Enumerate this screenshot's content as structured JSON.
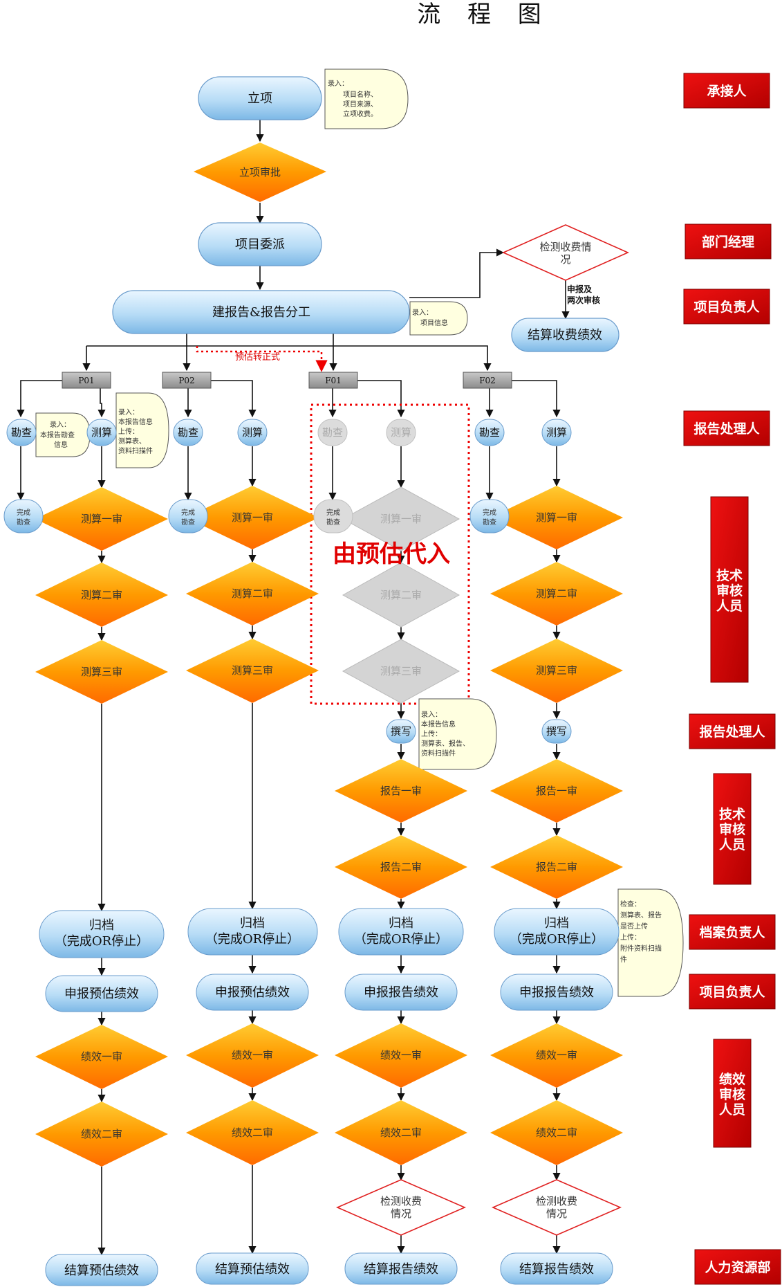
{
  "title": "流 程 图",
  "roles": [
    "承接人",
    "部门经理",
    "项目负责人",
    "报告处理人",
    "技术审核人员",
    "报告处理人",
    "技术审核人员",
    "档案负责人",
    "项目负责人",
    "绩效审核人员",
    "人力资源部"
  ],
  "roles_multiline": {
    "tech1": [
      "技术",
      "审核",
      "人员"
    ],
    "tech2": [
      "技术",
      "审核",
      "人员"
    ],
    "perf": [
      "绩效",
      "审核",
      "人员"
    ]
  },
  "top": {
    "start": "立项",
    "approve": "立项审批",
    "assign": "项目委派",
    "build": "建报告&报告分工",
    "check_fee": [
      "检测收费情",
      "况"
    ],
    "declare_label": [
      "申报及",
      "两次审核"
    ],
    "settle_fee": "结算收费绩效"
  },
  "notes": {
    "n1": [
      "录入：",
      "项目名称、",
      "项目来源、",
      "立项收费。"
    ],
    "n2": [
      "录入：",
      "项目信息"
    ],
    "n3": [
      "录入：",
      "本报告勘查",
      "信息"
    ],
    "n4": [
      "录入：",
      "本报告信息",
      "上传：",
      "测算表、",
      "资料扫描件"
    ],
    "n5": [
      "录入：",
      "本报告信息",
      "上传：",
      "测算表、报告、",
      "资料扫描件"
    ],
    "n6": [
      "检查：",
      "测算表、报告",
      "是否上传",
      "上传：",
      "附件资料扫描",
      "件"
    ]
  },
  "branches": [
    "P01",
    "P02",
    "F01",
    "F02"
  ],
  "estimate_to_formal": "预估转正式",
  "replace_label": "由预估代入",
  "steps": {
    "survey": "勘查",
    "calc": "测算",
    "done_survey": [
      "完成",
      "勘查"
    ],
    "calc1": "测算一审",
    "calc2": "测算二审",
    "calc3": "测算三审",
    "write": "撰写",
    "rep1": "报告一审",
    "rep2": "报告二审",
    "archive": [
      "归档",
      "（完成OR停止）"
    ],
    "declare_est": "申报预估绩效",
    "declare_rep": "申报报告绩效",
    "perf1": "绩效一审",
    "perf2": "绩效二审",
    "check_fee": [
      "检测收费",
      "情况"
    ],
    "settle_est": "结算预估绩效",
    "settle_rep": "结算报告绩效"
  }
}
